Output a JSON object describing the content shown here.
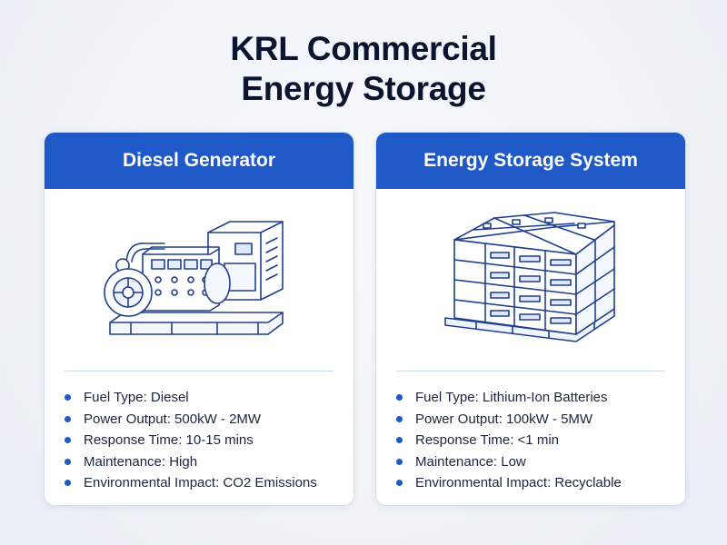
{
  "title": {
    "line1": "KRL Commercial",
    "line2": "Energy Storage"
  },
  "colors": {
    "accent": "#1f58c7",
    "title": "#0b1530",
    "background": "#f0f3f8"
  },
  "cards": [
    {
      "header": "Diesel Generator",
      "illustration_icon": "diesel-generator-icon",
      "specs": [
        "Fuel Type: Diesel",
        "Power Output: 500kW - 2MW",
        "Response Time: 10-15 mins",
        "Maintenance: High",
        "Environmental Impact: CO2 Emissions"
      ]
    },
    {
      "header": "Energy Storage System",
      "illustration_icon": "battery-storage-icon",
      "specs": [
        "Fuel Type: Lithium-Ion Batteries",
        "Power Output: 100kW - 5MW",
        "Response Time: <1 min",
        "Maintenance: Low",
        "Environmental Impact: Recyclable"
      ]
    }
  ]
}
